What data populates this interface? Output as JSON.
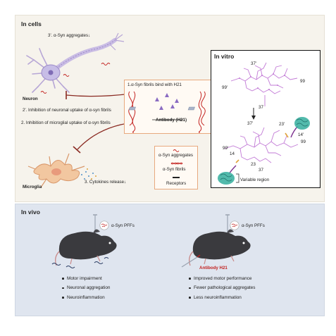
{
  "in_cells": {
    "title": "In cells",
    "neuron_label": "Neuron",
    "microglia_label": "Microglia",
    "step3_prime": "3'. α-Syn aggregates↓",
    "step2_prime": "2'. Inhibition of neuronal uptake of α-syn fibrils",
    "step2": "2. Inhibition of microglial uptake of α-syn fibrils",
    "step3": "3. Cytokines release↓",
    "step1": "1.α-Syn fibrils bind with H21",
    "antibody_label": "Antibody (H21)",
    "legend": {
      "aggregates": "α-Syn aggregates",
      "fibrils": "α-Syn fibrils",
      "receptors": "Receptors"
    }
  },
  "in_vitro": {
    "title": "In vitro",
    "top_structure_labels": {
      "a": "37'",
      "b": "99'",
      "c": "99",
      "d": "37"
    },
    "bottom_structure_labels": {
      "a": "37'",
      "b": "23'",
      "c": "14'",
      "d": "99",
      "e": "99'",
      "f": "14",
      "g": "23",
      "h": "37"
    },
    "variable_region": "Variable region"
  },
  "in_vivo": {
    "title": "In vivo",
    "pff_label_left": "α-Syn PFFs",
    "pff_label_right": "α-Syn PFFs",
    "antibody_label": "Antibody H21",
    "left_outcomes": [
      "Motor impairment",
      "Neuronal aggregation",
      "Neuroinflammation"
    ],
    "right_outcomes": [
      "Improved motor performance",
      "Fewer pathological aggregates",
      "Less neuroinflammation"
    ]
  },
  "colors": {
    "cells_bg": "#f6f3ec",
    "vivo_bg": "#dfe5ef",
    "accent_red": "#c2211f",
    "fibril_purple": "#c27ad6",
    "antibody_teal": "#3fb3a3"
  }
}
